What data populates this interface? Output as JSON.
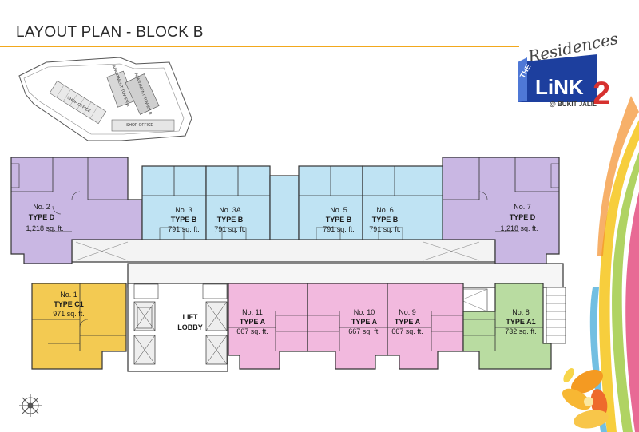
{
  "header": {
    "title": "LAYOUT PLAN - BLOCK B"
  },
  "logo": {
    "script": "Residences",
    "the": "THE",
    "link": "LiNK",
    "two": "2",
    "sub": "@ BUKIT JALIL"
  },
  "site_plan": {
    "tower_a": "APARTMENT TOWER A",
    "tower_b": "APARTMENT TOWER B",
    "shop_office_left": "SHOP OFFICE",
    "shop_office_bottom": "SHOP OFFICE"
  },
  "lobby": {
    "line1": "LIFT",
    "line2": "LOBBY"
  },
  "units": [
    {
      "no": "No. 2",
      "type": "TYPE D",
      "area": "1,218 sq. ft."
    },
    {
      "no": "No. 3",
      "type": "TYPE B",
      "area": "791 sq. ft."
    },
    {
      "no": "No. 3A",
      "type": "TYPE B",
      "area": "791 sq. ft."
    },
    {
      "no": "No. 5",
      "type": "TYPE B",
      "area": "791 sq. ft."
    },
    {
      "no": "No. 6",
      "type": "TYPE B",
      "area": "791 sq. ft."
    },
    {
      "no": "No. 7",
      "type": "TYPE D",
      "area": "1,218 sq. ft."
    },
    {
      "no": "No. 1",
      "type": "TYPE C1",
      "area": "971 sq. ft."
    },
    {
      "no": "No. 11",
      "type": "TYPE A",
      "area": "667 sq. ft."
    },
    {
      "no": "No. 10",
      "type": "TYPE A",
      "area": "667 sq. ft."
    },
    {
      "no": "No. 9",
      "type": "TYPE A",
      "area": "667 sq. ft."
    },
    {
      "no": "No. 8",
      "type": "TYPE A1",
      "area": "732 sq. ft."
    }
  ],
  "colors": {
    "type_d": "#c9b7e3",
    "type_b": "#bfe3f3",
    "type_c1": "#f3ca52",
    "type_a": "#f2b9de",
    "type_a1": "#b9dca1",
    "accent_rule": "#f2a81d",
    "logo_blue": "#1d3f9e",
    "logo_red": "#d6312f"
  },
  "icons": {
    "compass": "compass-icon"
  }
}
